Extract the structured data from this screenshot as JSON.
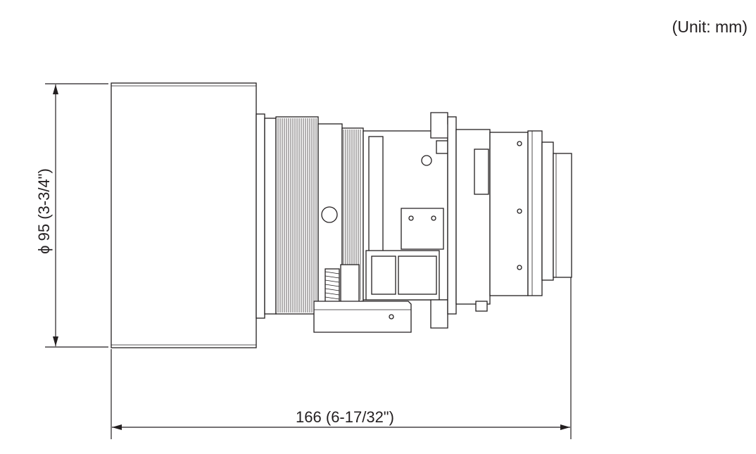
{
  "unit_label": "(Unit: mm)",
  "diameter_label": "ϕ 95 (3-3/4\")",
  "length_label": "166 (6-17/32\")",
  "line_color": "#231f20",
  "background_color": "#ffffff"
}
